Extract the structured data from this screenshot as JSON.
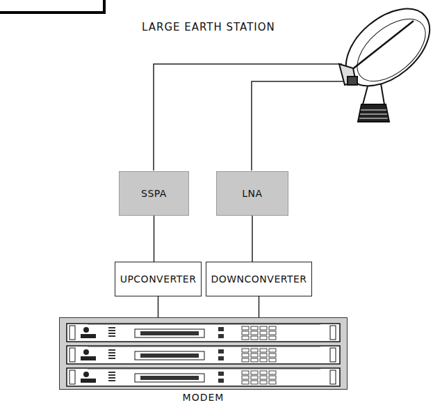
{
  "diagram": {
    "title": "LARGE EARTH STATION",
    "nodes": [
      {
        "text": [
          "SSPA"
        ]
      },
      {
        "text": [
          "LNA"
        ]
      },
      {
        "text": [
          "UPCONVERTER"
        ]
      },
      {
        "text": [
          "DOWNCONVERTER"
        ]
      },
      {
        "text": [
          "MODEM"
        ]
      }
    ],
    "edges": [
      {
        "from": 0,
        "to": 2,
        "arrow": "none"
      },
      {
        "from": 1,
        "to": 3,
        "arrow": "none"
      },
      {
        "from": 2,
        "to": 4,
        "arrow": "none"
      },
      {
        "from": 3,
        "to": 4,
        "arrow": "none"
      }
    ]
  }
}
